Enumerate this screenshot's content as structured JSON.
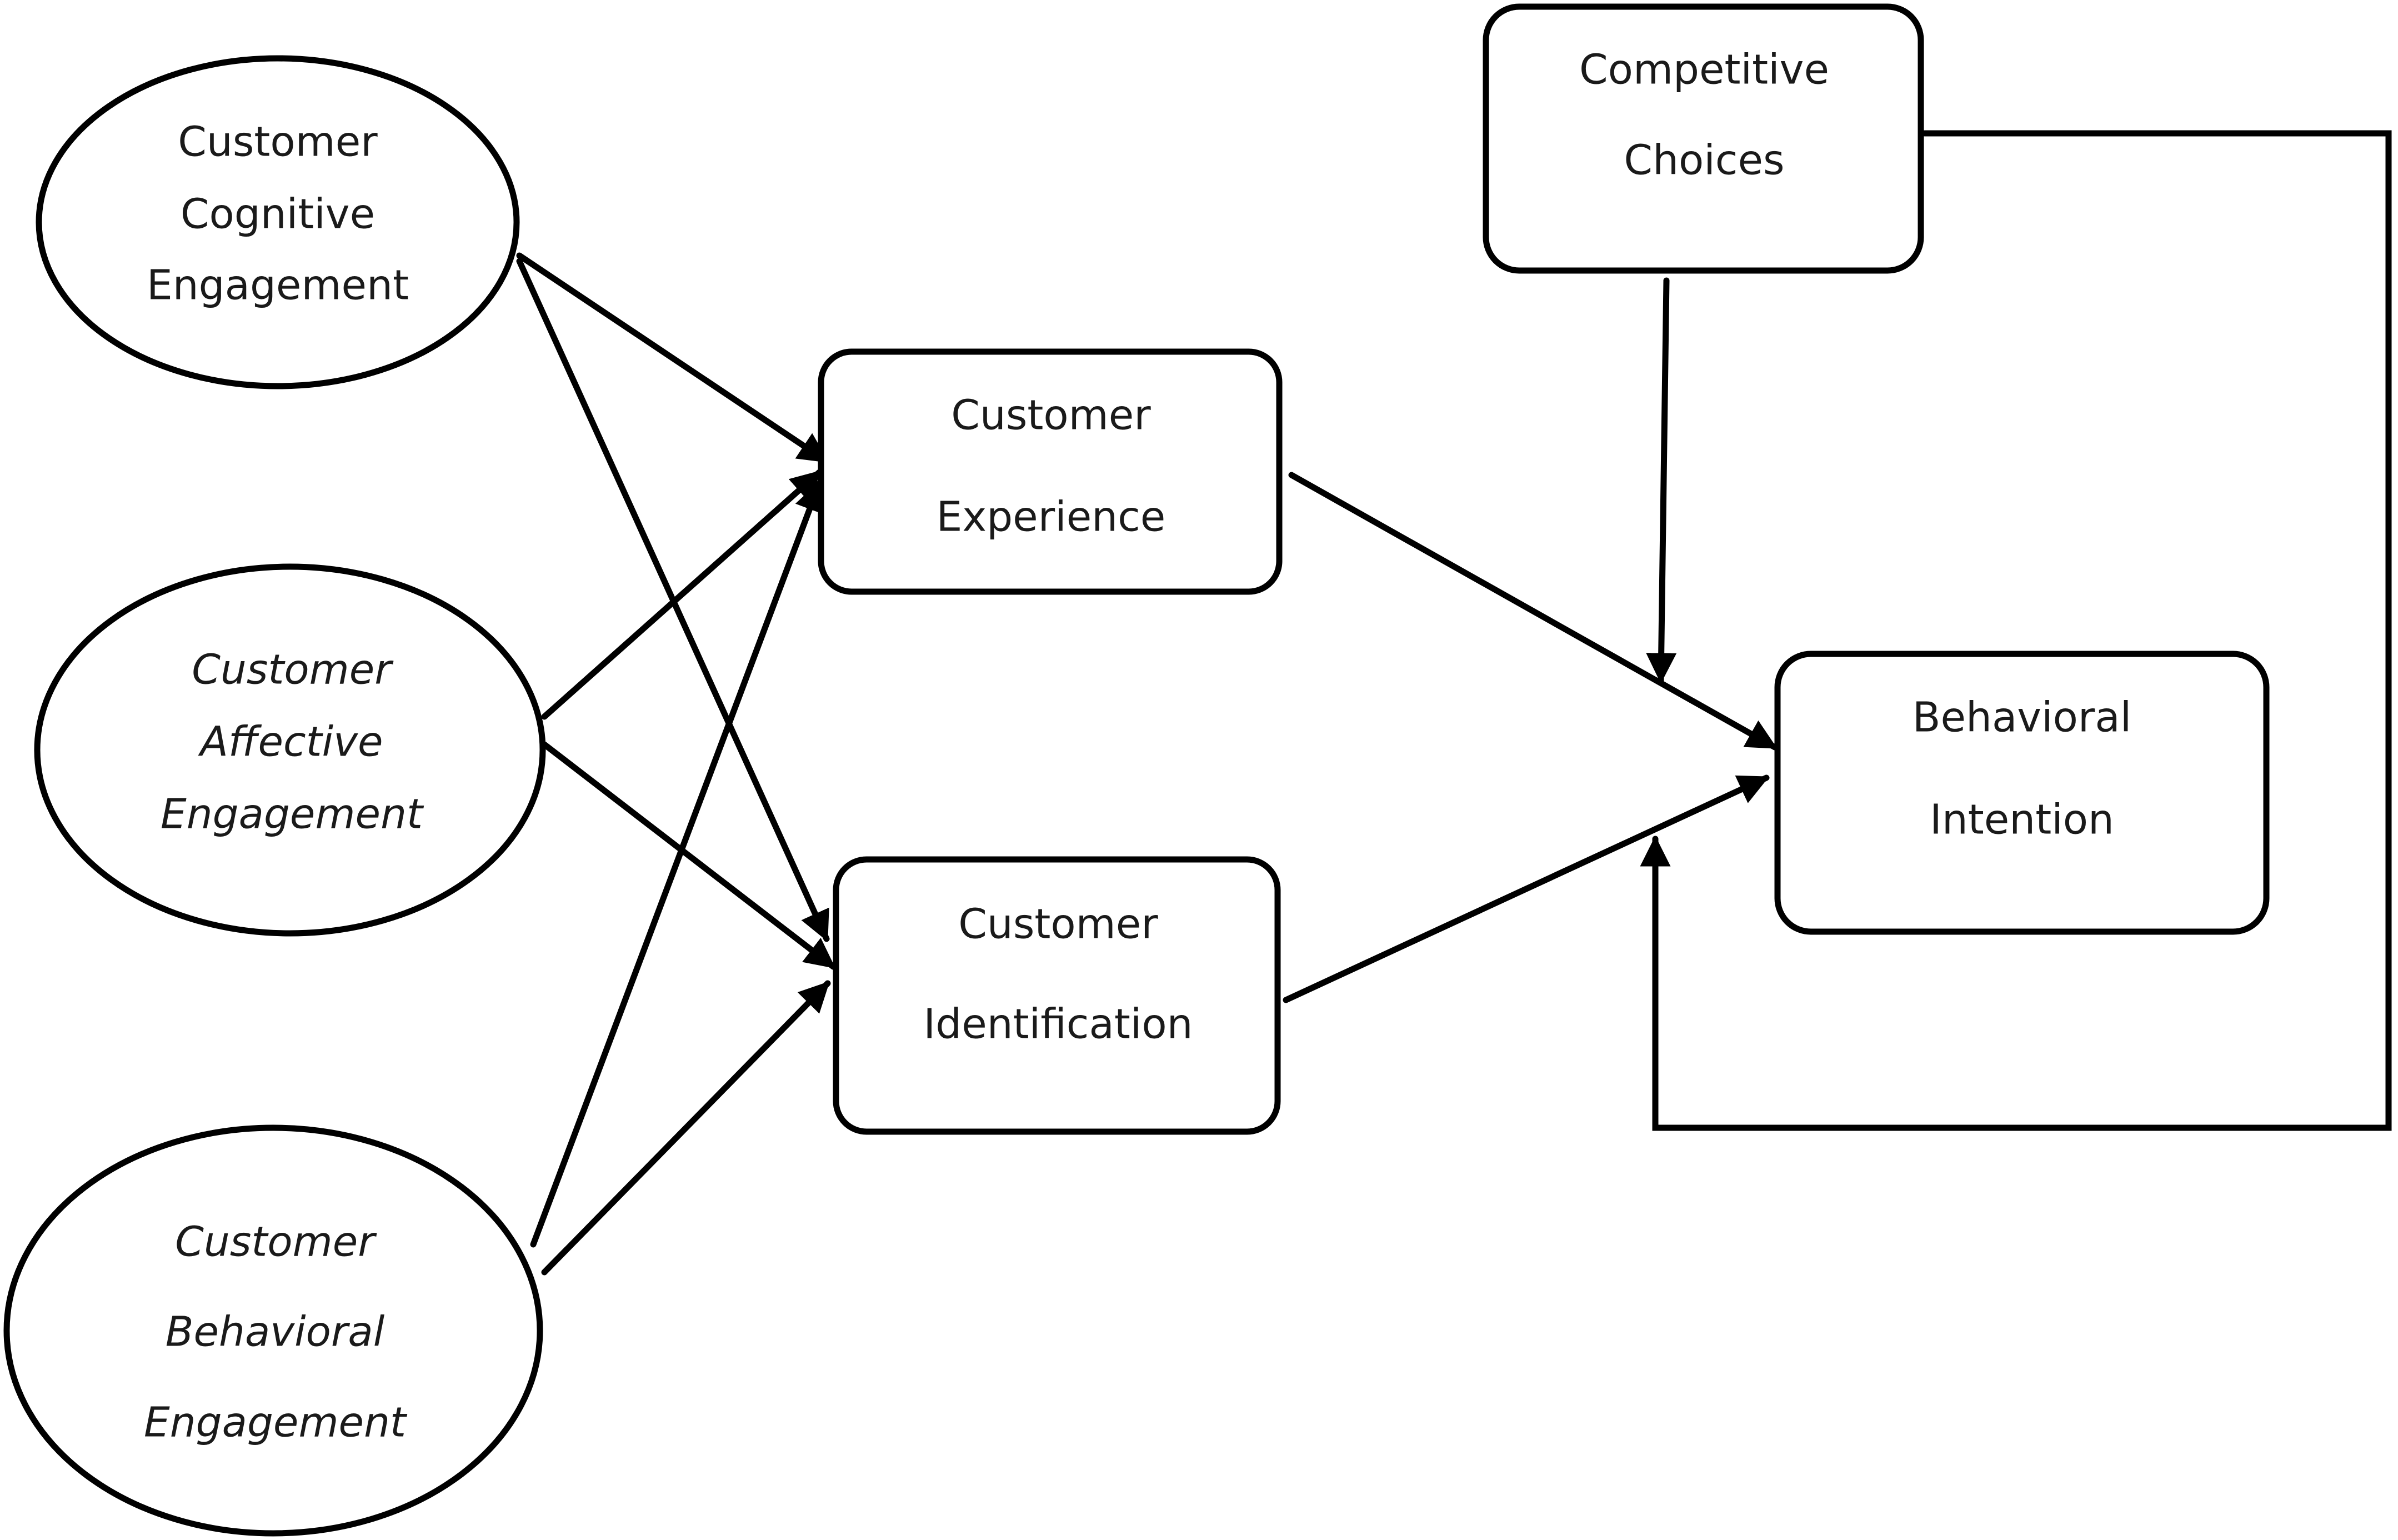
{
  "nodes": {
    "cognitive": {
      "lines": [
        "Customer",
        "Cognitive",
        "Engagement"
      ]
    },
    "affective": {
      "lines": [
        "Customer",
        "Affective",
        "Engagement"
      ]
    },
    "behavioral_engagement": {
      "lines": [
        "Customer",
        "Behavioral",
        "Engagement"
      ]
    },
    "experience": {
      "lines": [
        "Customer",
        "Experience"
      ]
    },
    "identification": {
      "lines": [
        "Customer",
        "Identification"
      ]
    },
    "competitive": {
      "lines": [
        "Competitive",
        "Choices"
      ]
    },
    "intention": {
      "lines": [
        "Behavioral",
        "Intention"
      ]
    }
  },
  "edges": [
    {
      "from": "cognitive",
      "to": "experience"
    },
    {
      "from": "cognitive",
      "to": "identification"
    },
    {
      "from": "affective",
      "to": "experience"
    },
    {
      "from": "affective",
      "to": "identification"
    },
    {
      "from": "behavioral_engagement",
      "to": "experience"
    },
    {
      "from": "behavioral_engagement",
      "to": "identification"
    },
    {
      "from": "experience",
      "to": "intention"
    },
    {
      "from": "identification",
      "to": "intention"
    },
    {
      "from": "competitive",
      "to": "intention"
    },
    {
      "from": "competitive",
      "to": "intention"
    }
  ],
  "colors": {
    "stroke": "#000000",
    "fill": "#ffffff",
    "text": "#1a1a1a"
  }
}
